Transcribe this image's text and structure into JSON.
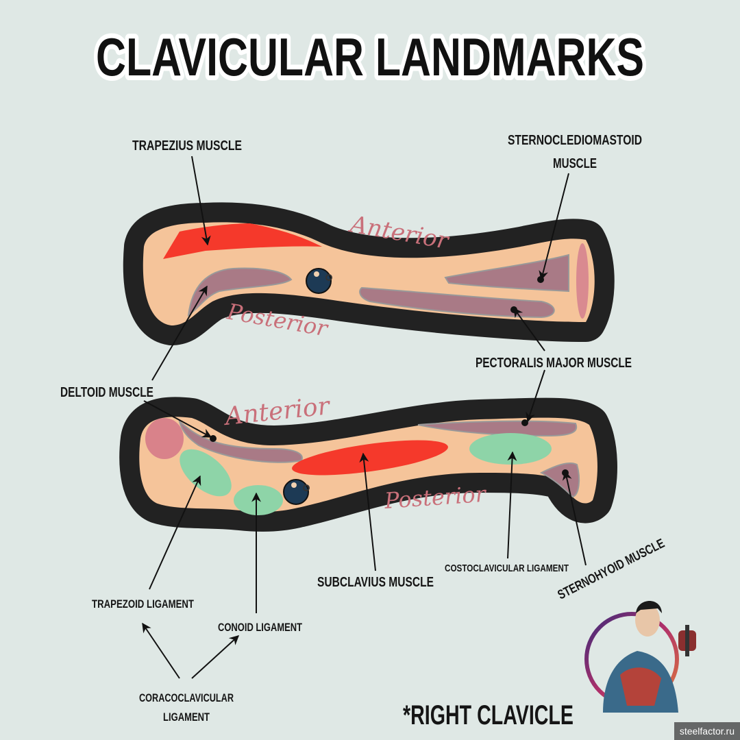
{
  "title": "CLAVICULAR LANDMARKS",
  "orientation": {
    "anterior": "Anterior",
    "posterior": "Posterior"
  },
  "labels": {
    "trapezius": "TRAPEZIUS MUSCLE",
    "scm_line1": "STERNOCLEDIOMASTOID",
    "scm_line2": "MUSCLE",
    "pectoralis": "PECTORALIS MAJOR MUSCLE",
    "deltoid": "DELTOID MUSCLE",
    "subclavius": "SUBCLAVIUS MUSCLE",
    "costoclavicular": "COSTOCLAVICULAR LIGAMENT",
    "sternohyoid": "STERNOHYOID MUSCLE",
    "trapezoid": "TRAPEZOID LIGAMENT",
    "conoid": "CONOID LIGAMENT",
    "coracoclavicular_line1": "CORACOCLAVICULAR",
    "coracoclavicular_line2": "LIGAMENT"
  },
  "footnote": "*RIGHT CLAVICLE",
  "watermark": "steelfactor.ru",
  "colors": {
    "background": "#dfe8e5",
    "bone": "#f5c49a",
    "outline": "#222222",
    "muscle_red": "#f5392b",
    "muscle_mauve": "#a97a86",
    "ligament_green": "#8ed4a8",
    "script_pink": "#c9707a"
  }
}
